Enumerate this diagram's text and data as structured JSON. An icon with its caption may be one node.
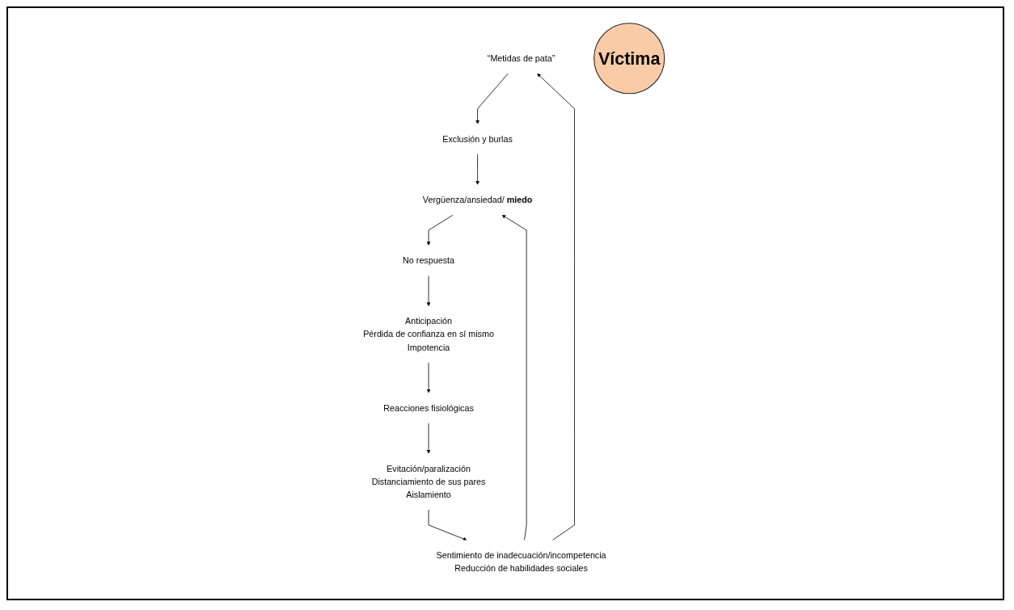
{
  "diagram": {
    "nodes": [
      {
        "text": [
          "“Metidas de pata”"
        ]
      },
      {
        "text": [
          "Exclusión y burlas"
        ]
      },
      {
        "text": [
          "Sentimiento de inadecuación/incompetencia",
          "Reducción de habilidades sociales"
        ]
      },
      {
        "text": [
          "Vergüenza/ansiedad/ **miedo**"
        ]
      },
      {
        "text": [
          "Víctima"
        ]
      },
      {
        "text": [
          "No respuesta"
        ]
      },
      {
        "text": [
          "Evitación/paralización",
          "Distanciamiento de sus pares",
          "Aislamiento"
        ]
      },
      {
        "text": [
          "Anticipación",
          "Pérdida de confianza en sí mismo",
          "Impotencia"
        ]
      },
      {
        "text": [
          "Reacciones fisiológicas"
        ]
      }
    ],
    "edges": [
      {
        "from": 2,
        "to": 0,
        "arrow": "to"
      },
      {
        "from": 0,
        "to": 1,
        "arrow": "to"
      },
      {
        "from": 1,
        "to": 3,
        "arrow": "to"
      },
      {
        "from": 2,
        "to": 3,
        "arrow": "to"
      },
      {
        "from": 3,
        "to": 5,
        "arrow": "to"
      },
      {
        "from": 5,
        "to": 7,
        "arrow": "to"
      },
      {
        "from": 7,
        "to": 8,
        "arrow": "to"
      },
      {
        "from": 8,
        "to": 6,
        "arrow": "to"
      },
      {
        "from": 6,
        "to": 2,
        "arrow": "to"
      }
    ]
  }
}
